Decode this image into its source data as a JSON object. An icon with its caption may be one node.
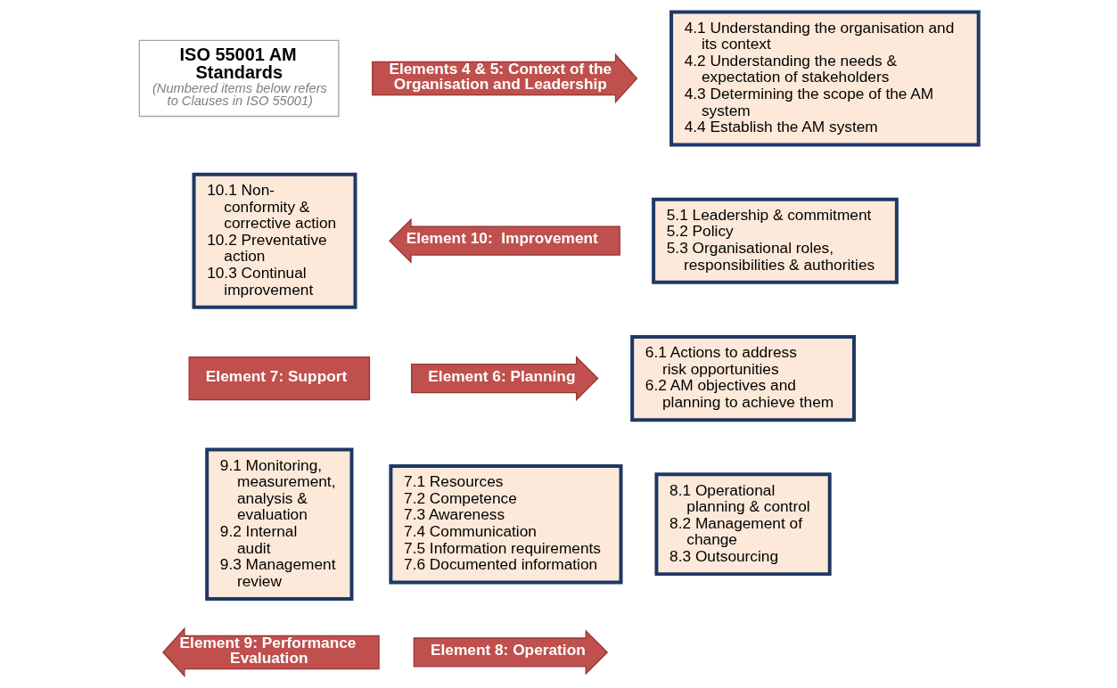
{
  "diagram": {
    "nodes": [
      {
        "text": [
          "ISO 55001 AM Standards",
          "(Numbered items below refers to Clauses in ISO 55001)"
        ]
      },
      {
        "text": [
          "Elements 4 & 5: Context of the Organisation and Leadership"
        ]
      },
      {
        "text": [
          "4.1 Understanding the organisation and its context",
          "4.2 Understanding the needs & expectation of stakeholders",
          "4.3 Determining the scope of the AM system",
          "4.4 Establish the AM system"
        ]
      },
      {
        "text": [
          "10.1 Non-conformity & corrective action",
          "10.2 Preventative action",
          "10.3 Continual improvement"
        ]
      },
      {
        "text": [
          "Element 10:  Improvement"
        ]
      },
      {
        "text": [
          "5.1 Leadership & commitment",
          "5.2 Policy",
          "5.3 Organisational roles, responsibilities & authorities"
        ]
      },
      {
        "text": [
          "Element 6: Planning"
        ]
      },
      {
        "text": [
          "6.1 Actions to address risk opportunities",
          "6.2 AM objectives and planning to achieve them"
        ]
      },
      {
        "text": [
          "Element 7: Support"
        ]
      },
      {
        "text": [
          "7.1 Resources",
          "7.2 Competence",
          "7.3 Awareness",
          "7.4 Communication",
          "7.5 Information requirements",
          "7.6 Documented information"
        ]
      },
      {
        "text": [
          "9.1 Monitoring, measurement, analysis & evaluation",
          "9.2 Internal audit",
          "9.3 Management review"
        ]
      },
      {
        "text": [
          "8.1 Operational planning & control",
          "8.2 Management of change",
          "8.3 Outsourcing"
        ]
      },
      {
        "text": [
          "Element 9: Performance Evaluation"
        ]
      },
      {
        "text": [
          "Element 8: Operation"
        ]
      }
    ]
  }
}
